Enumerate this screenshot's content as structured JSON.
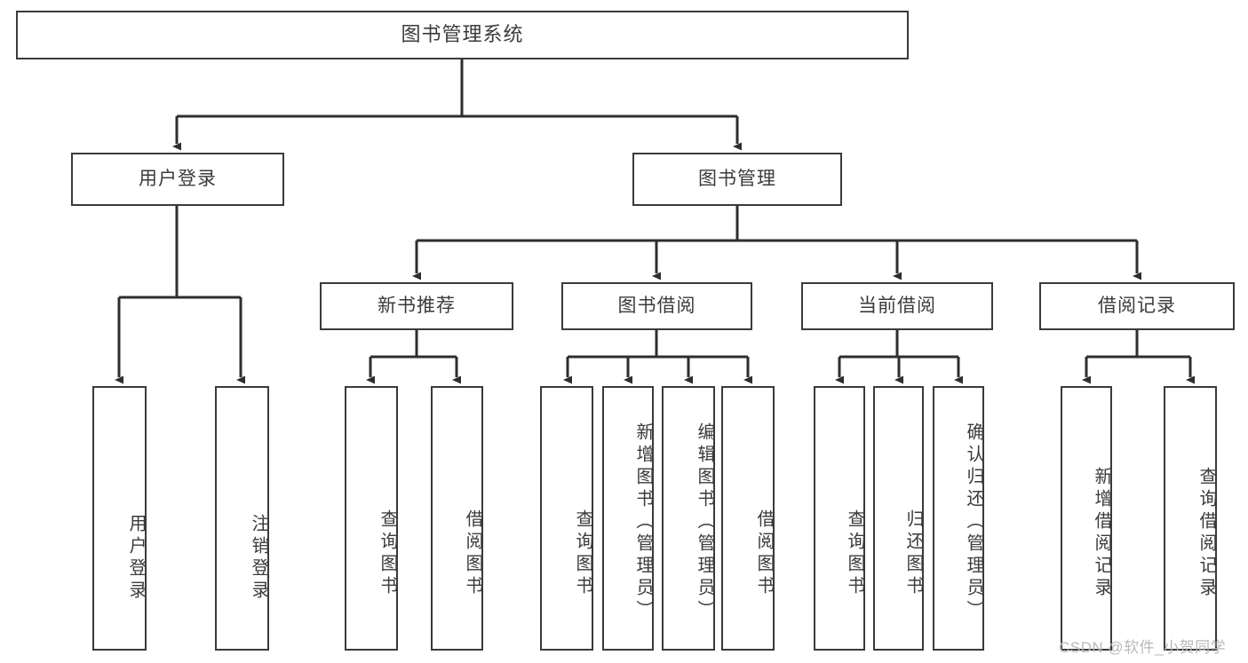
{
  "diagram": {
    "title": "图书管理系统",
    "type": "hierarchy-tree",
    "colors": {
      "box_border": "#3a3a3a",
      "box_fill": "#ffffff",
      "edge": "#2e2e2e",
      "text": "#3b3b3b",
      "watermark": "#b9b9b9"
    },
    "levels": {
      "root": {
        "label": "图书管理系统"
      },
      "level2": [
        {
          "label": "用户登录"
        },
        {
          "label": "图书管理"
        }
      ],
      "level3": [
        {
          "label": "新书推荐"
        },
        {
          "label": "图书借阅"
        },
        {
          "label": "当前借阅"
        },
        {
          "label": "借阅记录"
        }
      ],
      "leaves": {
        "user_login": [
          {
            "label": "用户登录"
          },
          {
            "label": "注销登录"
          }
        ],
        "new_book_recommend": [
          {
            "label": "查询图书"
          },
          {
            "label": "借阅图书"
          }
        ],
        "book_borrow": [
          {
            "label": "查询图书"
          },
          {
            "label": "新增图书（管理员）"
          },
          {
            "label": "编辑图书（管理员）"
          },
          {
            "label": "借阅图书"
          }
        ],
        "current_borrow": [
          {
            "label": "查询图书"
          },
          {
            "label": "归还图书"
          },
          {
            "label": "确认归还（管理员）"
          }
        ],
        "borrow_record": [
          {
            "label": "新增借阅记录"
          },
          {
            "label": "查询借阅记录"
          }
        ]
      }
    }
  },
  "watermark": {
    "text": "CSDN @软件_小贺同学"
  }
}
